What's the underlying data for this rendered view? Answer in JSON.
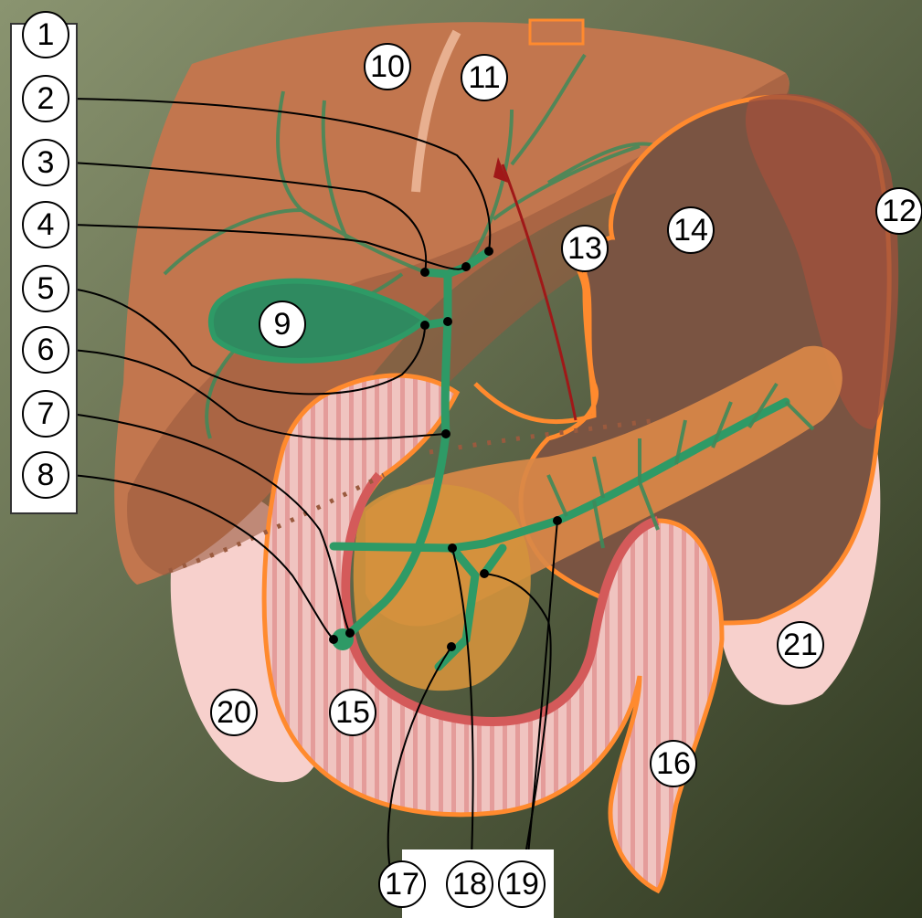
{
  "diagram": {
    "labels": [
      "1",
      "2",
      "3",
      "4",
      "5",
      "6",
      "7",
      "8",
      "9",
      "10",
      "11",
      "12",
      "13",
      "14",
      "15",
      "16",
      "17",
      "18",
      "19",
      "20",
      "21"
    ]
  },
  "colors": {
    "background_light": "#8a9470",
    "background_dark": "#2f3820",
    "liver": "#c2764e",
    "liver_shadow": "#9a5a3e",
    "stomach": "#8a6048",
    "stomach_outline": "#ff8a2e",
    "pancreas": "#d98848",
    "duodenum": "#d45a5a",
    "duodenum_inner": "#f0c4c0",
    "kidney": "#f7d0cc",
    "bile_duct": "#2e9a66",
    "gallbladder": "#2f8a60",
    "artery_arrow": "#a01818",
    "label_fill": "#ffffff"
  }
}
